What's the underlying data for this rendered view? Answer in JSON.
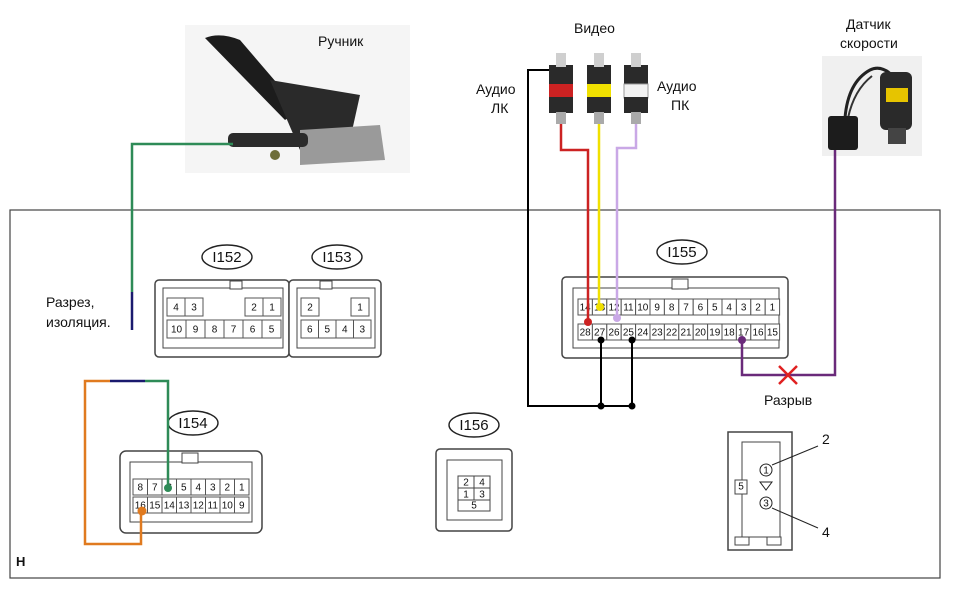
{
  "labels": {
    "handbrake": "Ручник",
    "video": "Видео",
    "audio_left": [
      "Аудио",
      "ЛК"
    ],
    "audio_right": [
      "Аудио",
      "ПК"
    ],
    "speed_sensor": [
      "Датчик",
      "скорости"
    ],
    "cut_insulation": [
      "Разрез,",
      "изоляция."
    ],
    "break": "Разрыв",
    "panel_letter": "H",
    "pin_callout_2": "2",
    "pin_callout_4": "4",
    "side_box": "5"
  },
  "connectors": {
    "I152": {
      "name": "I152",
      "top": [
        "4",
        "3",
        "2",
        "1"
      ],
      "bottom": [
        "10",
        "9",
        "8",
        "7",
        "6",
        "5"
      ]
    },
    "I153": {
      "name": "I153",
      "top": [
        "2",
        "1"
      ],
      "bottom": [
        "6",
        "5",
        "4",
        "3"
      ]
    },
    "I154": {
      "name": "I154",
      "top": [
        "8",
        "7",
        "6",
        "5",
        "4",
        "3",
        "2",
        "1"
      ],
      "bottom": [
        "16",
        "15",
        "14",
        "13",
        "12",
        "11",
        "10",
        "9"
      ]
    },
    "I155": {
      "name": "I155",
      "top": [
        "14",
        "13",
        "12",
        "11",
        "10",
        "9",
        "8",
        "7",
        "6",
        "5",
        "4",
        "3",
        "2",
        "1"
      ],
      "bottom": [
        "28",
        "27",
        "26",
        "25",
        "24",
        "23",
        "22",
        "21",
        "20",
        "19",
        "18",
        "17",
        "16",
        "15"
      ]
    },
    "I156": {
      "name": "I156",
      "grid": [
        "2",
        "4",
        "1",
        "3"
      ],
      "bottom": "5"
    },
    "side": {
      "pin_1": "1",
      "pin_3": "3"
    }
  },
  "colors": {
    "green": "#2e8b57",
    "navy": "#1a1a6e",
    "orange": "#e07a1f",
    "red": "#cc2222",
    "yellow": "#f0e000",
    "lavender": "#c9a8e6",
    "purple": "#6a2a7a",
    "black": "#000000",
    "break_x": "#e02020"
  }
}
